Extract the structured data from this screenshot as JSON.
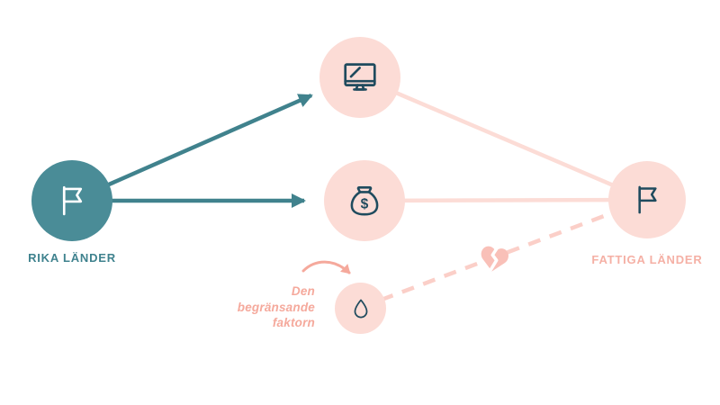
{
  "diagram": {
    "left_node": {
      "label": "RIKA LÄNDER",
      "icon": "flag-icon"
    },
    "right_node": {
      "label": "FATTIGA LÄNDER",
      "icon": "flag-icon"
    },
    "flow_nodes": [
      {
        "icon": "computer-icon"
      },
      {
        "icon": "money-bag-icon"
      },
      {
        "icon": "water-drop-icon"
      }
    ],
    "limiting_factor": {
      "label_lines": [
        "Den",
        "begränsande",
        "faktorn"
      ]
    },
    "connectors": {
      "solid_teal_arrows": 2,
      "solid_pink_lines": 2,
      "dashed_pink_line": 1,
      "broken_link_icon": "broken-heart-icon"
    },
    "colors": {
      "teal": "#4a8c97",
      "teal_text": "#3f828e",
      "pink_light": "#fcdcd6",
      "pink_dashed": "#fbcfc8",
      "pink_heart": "#f9c0b8",
      "pink_text": "#f5a99c",
      "pink_label": "#f5b0a5",
      "icon_dark": "#1f4b5e",
      "icon_white": "#ffffff"
    }
  }
}
